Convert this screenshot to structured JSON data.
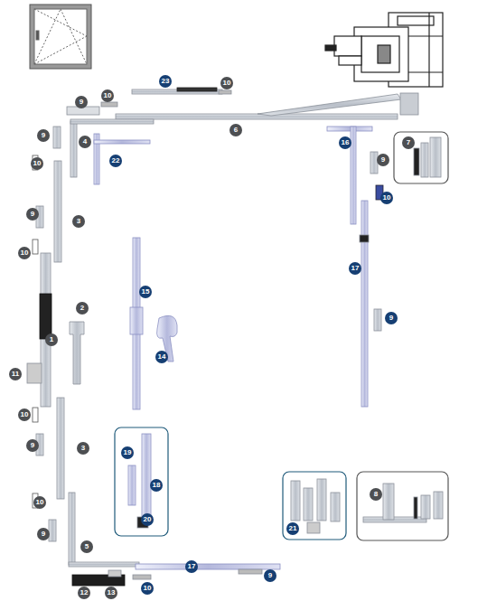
{
  "diagram": {
    "labels": [
      "23",
      "10",
      "9",
      "10",
      "6",
      "9",
      "4",
      "22",
      "16",
      "7",
      "9",
      "10",
      "10",
      "9",
      "3",
      "10",
      "17",
      "15",
      "2",
      "9",
      "1",
      "14",
      "11",
      "10",
      "9",
      "3",
      "19",
      "18",
      "20",
      "8",
      "21",
      "10",
      "9",
      "5",
      "12",
      "13",
      "10",
      "17",
      "9"
    ]
  }
}
